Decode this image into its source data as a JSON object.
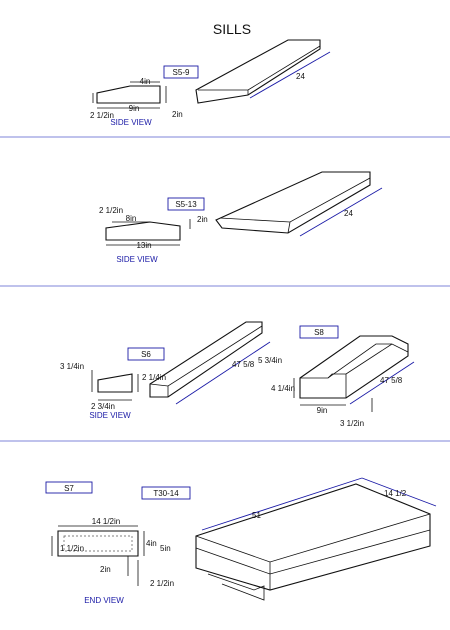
{
  "page": {
    "title": "SILLS"
  },
  "sections": {
    "s5_9": {
      "tag": "S5-9",
      "length": "24",
      "dims": {
        "top": "4in",
        "bottom": "9in",
        "left": "2 1/2in",
        "right": "2in"
      },
      "caption": "SIDE VIEW"
    },
    "s5_13": {
      "tag": "S5-13",
      "length": "24",
      "dims": {
        "left_top": "2 1/2in",
        "top": "8in",
        "right": "2in",
        "bottom": "13in"
      },
      "caption": "SIDE VIEW"
    },
    "s6": {
      "tag": "S6",
      "length": "47 5/8",
      "dims": {
        "left": "3 1/4in",
        "right": "2 1/4in",
        "bottom": "2 3/4in"
      },
      "caption": "SIDE VIEW"
    },
    "s8": {
      "tag": "S8",
      "length": "47 5/8",
      "dims": {
        "top": "5 3/4in",
        "left": "4 1/4in",
        "bottom": "9in",
        "corner": "3 1/2in"
      }
    },
    "s7": {
      "tag": "S7",
      "caption": "END VIEW",
      "dims": {
        "top": "14 1/2in",
        "left": "1 1/2in",
        "right_a": "4in",
        "right_b": "5in",
        "bottom_a": "2in",
        "bottom_b": "2 1/2in"
      }
    },
    "t30_14": {
      "tag": "T30-14",
      "length": "51",
      "width": "14 1/2"
    }
  }
}
